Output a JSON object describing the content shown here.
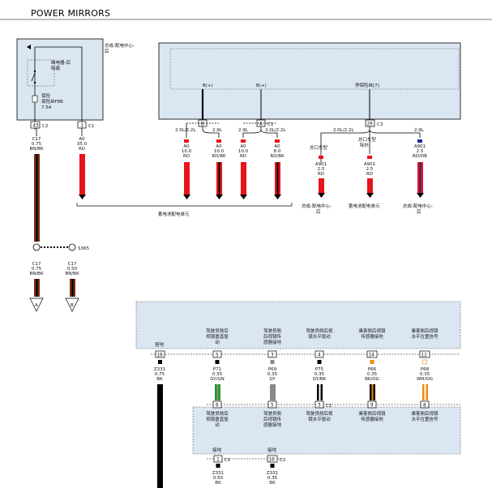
{
  "title": "POWER MIRRORS",
  "colors": {
    "module_fill": "#dbe6f3",
    "RD": "#e8141c",
    "BN": "#7a2b14",
    "BK": "#000000",
    "GN": "#1f9a28",
    "GY": "#8a8a8a",
    "OG": "#f08a10",
    "WH": "#ffffff",
    "DB": "#1a2a9a"
  },
  "top_left_module": {
    "label": "总成-配电中心-后",
    "relay_label": "继电器-后除霜",
    "fuse_label": "保险丝F8B",
    "fuse_rating": "7.5A"
  },
  "top_right_module": {
    "label": "总成-配电中心-前",
    "bplus_1": "B(+)",
    "bplus_2": "B(+)",
    "right_label": "停保险丝[7]"
  },
  "connectors": {
    "c43": {
      "pin": "43",
      "conn": "C2"
    },
    "c1": {
      "pin": "1",
      "conn": "C1"
    },
    "b": {
      "pin": "B"
    },
    "a": {
      "pin": "A",
      "conn": "C1"
    },
    "c20": {
      "pin": "20",
      "conn": "C3"
    },
    "r16": {
      "pin": "16"
    },
    "r5": {
      "pin": "5"
    },
    "r3": {
      "pin": "3"
    },
    "r4": {
      "pin": "4"
    },
    "r14": {
      "pin": "14"
    },
    "r12": {
      "pin": "12"
    },
    "l6": {
      "pin": "6"
    },
    "l5": {
      "pin": "5"
    },
    "l3": {
      "pin": "3",
      "conn": "C1"
    },
    "l9": {
      "pin": "9"
    },
    "l8": {
      "pin": "8"
    },
    "g1": {
      "pin": "1",
      "conn": "C1"
    },
    "g10": {
      "pin": "10",
      "conn": "C2"
    }
  },
  "size_labels": {
    "s1": "2.0L/2.2L",
    "s2": "2.9L",
    "s3": "2.9L",
    "s4": "2.0L/2.2L",
    "s5": "2.0L/2.2L",
    "s6": "2.9L"
  },
  "wires": {
    "w1": {
      "id": "C17",
      "gauge": "0.75",
      "color": "BN/BK"
    },
    "w2": {
      "id": "A0",
      "gauge": "35.0",
      "color": "RD"
    },
    "w3": {
      "id": "A0",
      "gauge": "10.0",
      "color": "RD"
    },
    "w4": {
      "id": "A0",
      "gauge": "10.0",
      "color": "RD/BK"
    },
    "w5": {
      "id": "A0",
      "gauge": "10.0",
      "color": "RD"
    },
    "w6": {
      "id": "A0",
      "gauge": "8.0",
      "color": "RD/BK"
    },
    "w7": {
      "id": "A901",
      "gauge": "2.5",
      "color": "RD"
    },
    "w8": {
      "id": "A901",
      "gauge": "2.5",
      "color": "RD"
    },
    "w9": {
      "id": "A901",
      "gauge": "2.5",
      "color": "RD/DB"
    },
    "w10": {
      "id": "C17",
      "gauge": "0.75",
      "color": "BN/BK"
    },
    "w11": {
      "id": "C17",
      "gauge": "0.50",
      "color": "BN/BK"
    },
    "w12": {
      "id": "Z331",
      "gauge": "0.75",
      "color": "BK"
    },
    "w13": {
      "id": "P71",
      "gauge": "0.35",
      "color": "GY/GN"
    },
    "w14": {
      "id": "P69",
      "gauge": "0.35",
      "color": "GY"
    },
    "w15": {
      "id": "P75",
      "gauge": "0.35",
      "color": "GY/BK"
    },
    "w16": {
      "id": "P66",
      "gauge": "0.35",
      "color": "BK/OG"
    },
    "w17": {
      "id": "P68",
      "gauge": "0.35",
      "color": "WH/OG"
    },
    "w18": {
      "id": "Z331",
      "gauge": "0.50",
      "color": "BK"
    },
    "w19": {
      "id": "Z331",
      "gauge": "0.35",
      "color": "BK"
    }
  },
  "labels": {
    "battery_unit": "蓄电池配电单元",
    "engine_comp_1": "总口车型",
    "engine_comp_2": "总口车型除外",
    "dest_left": "总成-配电中心-后",
    "dest_mid": "蓄电池配电单元",
    "dest_right": "总成-配电中心-后",
    "splice": "S365",
    "arrow_a": "A",
    "arrow_b": "B",
    "ground_top": "搭地",
    "ground_bottom_1": "接地",
    "ground_bottom_2": "接地"
  },
  "mirror_top_labels": {
    "m1": [
      "驾驶员侧后",
      "视镜垂直驱",
      "动"
    ],
    "m2": [
      "驾驶员侧",
      "后视镜传",
      "感器接地"
    ],
    "m3": [
      "驾驶员侧后视",
      "镜水平驱动"
    ],
    "m4": [
      "乘客侧后视镜",
      "传感器接地"
    ],
    "m5": [
      "乘客侧后视镜",
      "水平位置信号"
    ]
  },
  "mirror_bottom_labels": {
    "m1": [
      "驾驶员侧后",
      "视镜垂直驱",
      "动"
    ],
    "m2": [
      "驾驶员侧",
      "后视镜传",
      "感器接地"
    ],
    "m3": [
      "驾驶员侧后视",
      "镜水平驱动"
    ],
    "m4": [
      "乘客侧后视镜",
      "传感器接地"
    ],
    "m5": [
      "乘客侧后视镜",
      "水平位置信号"
    ]
  }
}
